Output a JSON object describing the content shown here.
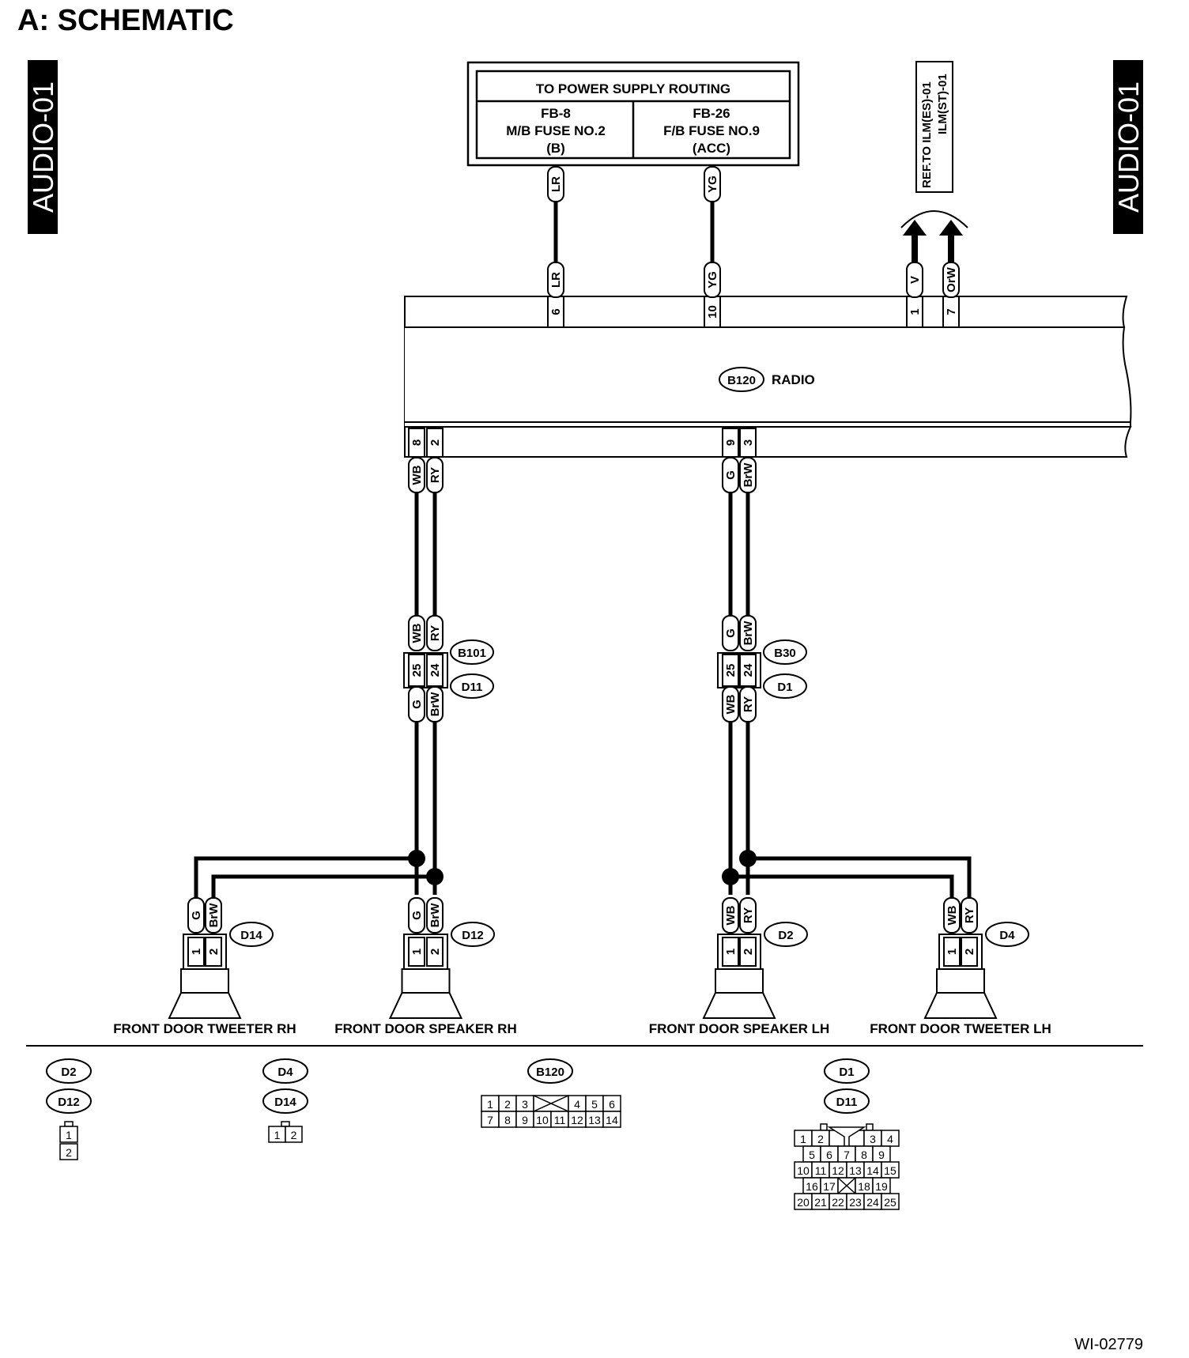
{
  "title": "A:  SCHEMATIC",
  "side_label": "AUDIO-01",
  "power_box": {
    "header": "TO POWER SUPPLY ROUTING",
    "left": [
      "FB-8",
      "M/B FUSE NO.2",
      "(B)"
    ],
    "right": [
      "FB-26",
      "F/B FUSE NO.9",
      "(ACC)"
    ]
  },
  "ref_box": [
    "REF.TO ILM(ES)-01",
    "ILM(ST)-01"
  ],
  "radio": {
    "connector": "B120",
    "label": "RADIO"
  },
  "radio_top_pins": [
    {
      "pin": "6",
      "wire": "LR",
      "src": "LR"
    },
    {
      "pin": "10",
      "wire": "YG",
      "src": "YG"
    },
    {
      "pin": "1",
      "wire": "V"
    },
    {
      "pin": "7",
      "wire": "OrW"
    }
  ],
  "radio_bottom_pins": [
    {
      "pin": "8",
      "wire": "WB"
    },
    {
      "pin": "2",
      "wire": "RY"
    },
    {
      "pin": "9",
      "wire": "G"
    },
    {
      "pin": "3",
      "wire": "BrW"
    }
  ],
  "joints": [
    {
      "upper": "B101",
      "lower": "D11",
      "pins": [
        "25",
        "24"
      ],
      "top_wires": [
        "WB",
        "RY"
      ],
      "bottom_wires": [
        "G",
        "BrW"
      ]
    },
    {
      "upper": "B30",
      "lower": "D1",
      "pins": [
        "25",
        "24"
      ],
      "top_wires": [
        "G",
        "BrW"
      ],
      "bottom_wires": [
        "WB",
        "RY"
      ]
    }
  ],
  "speakers": [
    {
      "connector": "D14",
      "label": "FRONT DOOR TWEETER RH",
      "wires": [
        "G",
        "BrW"
      ],
      "pins": [
        "1",
        "2"
      ]
    },
    {
      "connector": "D12",
      "label": "FRONT DOOR SPEAKER RH",
      "wires": [
        "G",
        "BrW"
      ],
      "pins": [
        "1",
        "2"
      ]
    },
    {
      "connector": "D2",
      "label": "FRONT DOOR SPEAKER LH",
      "wires": [
        "WB",
        "RY"
      ],
      "pins": [
        "1",
        "2"
      ]
    },
    {
      "connector": "D4",
      "label": "FRONT DOOR TWEETER LH",
      "wires": [
        "WB",
        "RY"
      ],
      "pins": [
        "1",
        "2"
      ]
    }
  ],
  "legend": [
    {
      "codes": [
        "D2",
        "D12"
      ],
      "rows": [
        [
          "1"
        ],
        [
          "2"
        ]
      ]
    },
    {
      "codes": [
        "D4",
        "D14"
      ],
      "rows": [
        [
          "1",
          "2"
        ]
      ]
    },
    {
      "codes": [
        "B120"
      ],
      "rows": [
        [
          "1",
          "2",
          "3",
          "X",
          "4",
          "5",
          "6"
        ],
        [
          "7",
          "8",
          "9",
          "10",
          "11",
          "12",
          "13",
          "14"
        ]
      ]
    },
    {
      "codes": [
        "D1",
        "D11"
      ],
      "rows": [
        [
          "1",
          "2",
          "V",
          "3",
          "4"
        ],
        [
          "5",
          "6",
          "7",
          "8",
          "9"
        ],
        [
          "10",
          "11",
          "12",
          "13",
          "14",
          "15"
        ],
        [
          "16",
          "17",
          "X",
          "18",
          "19"
        ],
        [
          "20",
          "21",
          "22",
          "23",
          "24",
          "25"
        ]
      ]
    }
  ],
  "figure_code": "WI-02779"
}
